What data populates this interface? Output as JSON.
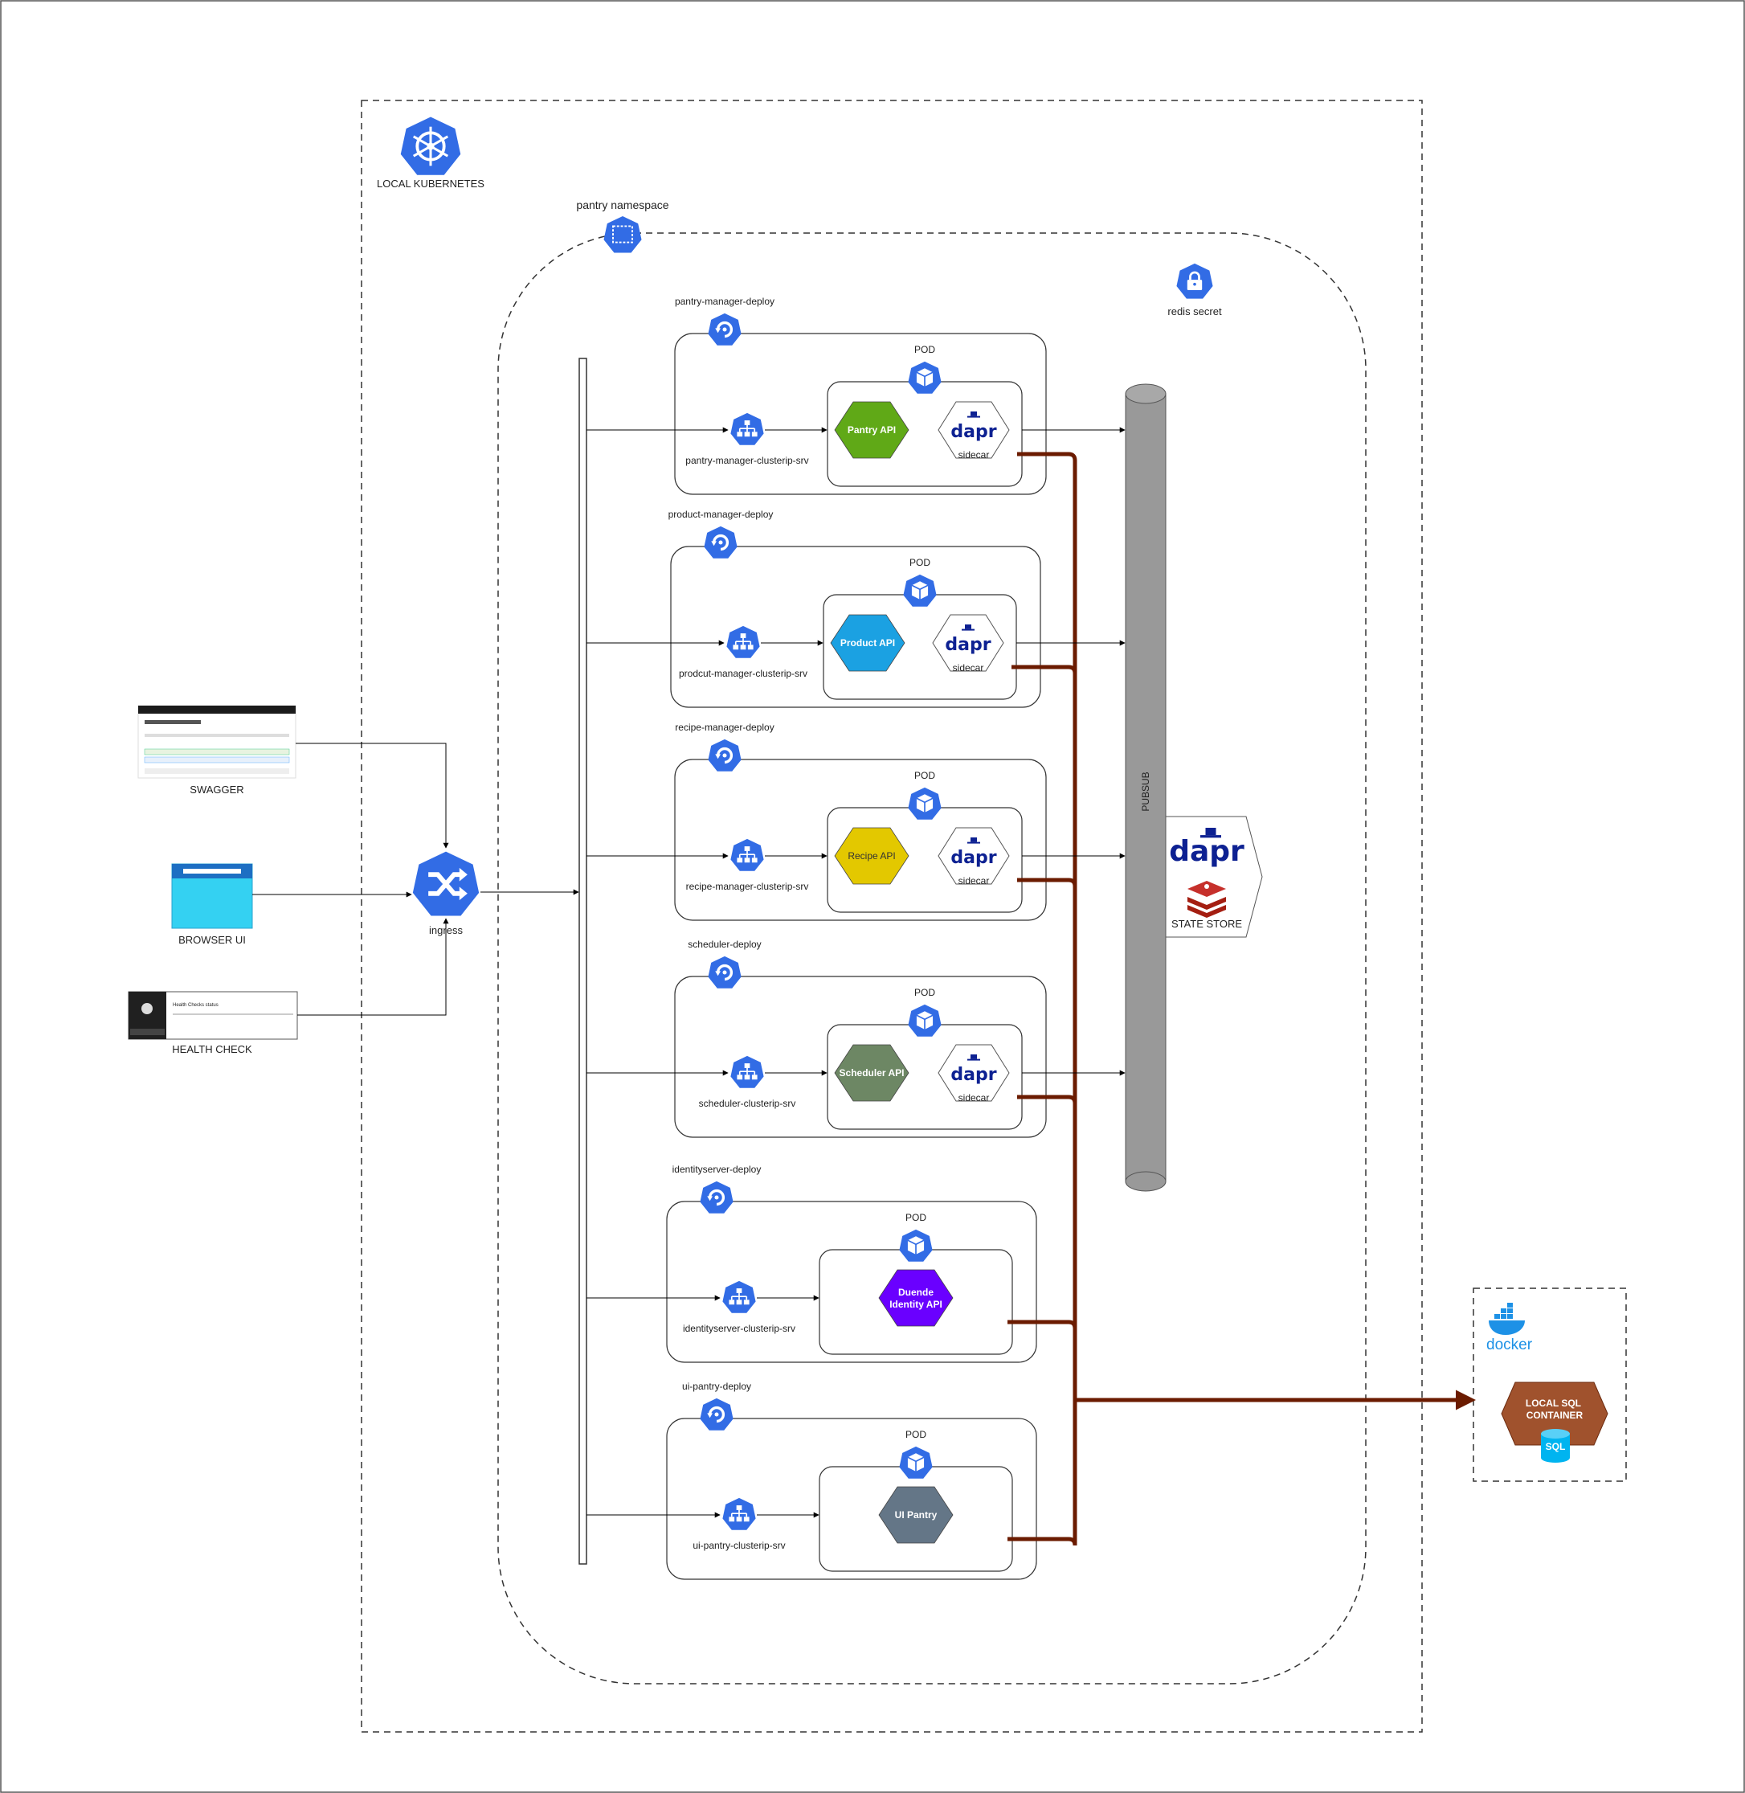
{
  "cluster": {
    "title": "LOCAL KUBERNETES"
  },
  "namespace": {
    "title": "pantry namespace"
  },
  "secret": {
    "label": "redis secret"
  },
  "ingress": {
    "label": "ingress"
  },
  "clients": {
    "swagger": "SWAGGER",
    "browser": "BROWSER UI",
    "health": "HEALTH CHECK",
    "health_status": "Health Checks status"
  },
  "pubsub": {
    "label": "PUBSUB"
  },
  "statestore": {
    "label": "STATE STORE",
    "dapr": "dapr"
  },
  "pod_label": "POD",
  "sidecar_label": "sidecar",
  "dapr_word": "dapr",
  "deployments": [
    {
      "name": "pantry-manager-deploy",
      "service": "pantry-manager-clusterip-srv",
      "app": "Pantry API",
      "color": "#60a917"
    },
    {
      "name": "product-manager-deploy",
      "service": "prodcut-manager-clusterip-srv",
      "app": "Product API",
      "color": "#1ba1e2"
    },
    {
      "name": "recipe-manager-deploy",
      "service": "recipe-manager-clusterip-srv",
      "app": "Recipe API",
      "color": "#e3c800"
    },
    {
      "name": "scheduler-deploy",
      "service": "scheduler-clusterip-srv",
      "app": "Scheduler API",
      "color": "#6d8764"
    },
    {
      "name": "identityserver-deploy",
      "service": "identityserver-clusterip-srv",
      "app": "Duende Identity API",
      "color": "#6a00ff"
    },
    {
      "name": "ui-pantry-deploy",
      "service": "ui-pantry-clusterip-srv",
      "app": "UI Pantry",
      "color": "#647687"
    }
  ],
  "docker": {
    "label": "docker",
    "sql_container": "LOCAL SQL CONTAINER",
    "sql_badge": "SQL"
  },
  "colors": {
    "k8s_blue": "#326ce5",
    "db_line": "#6b1b00",
    "pubsub_gray": "#999999",
    "sql_brown": "#a0522d"
  }
}
